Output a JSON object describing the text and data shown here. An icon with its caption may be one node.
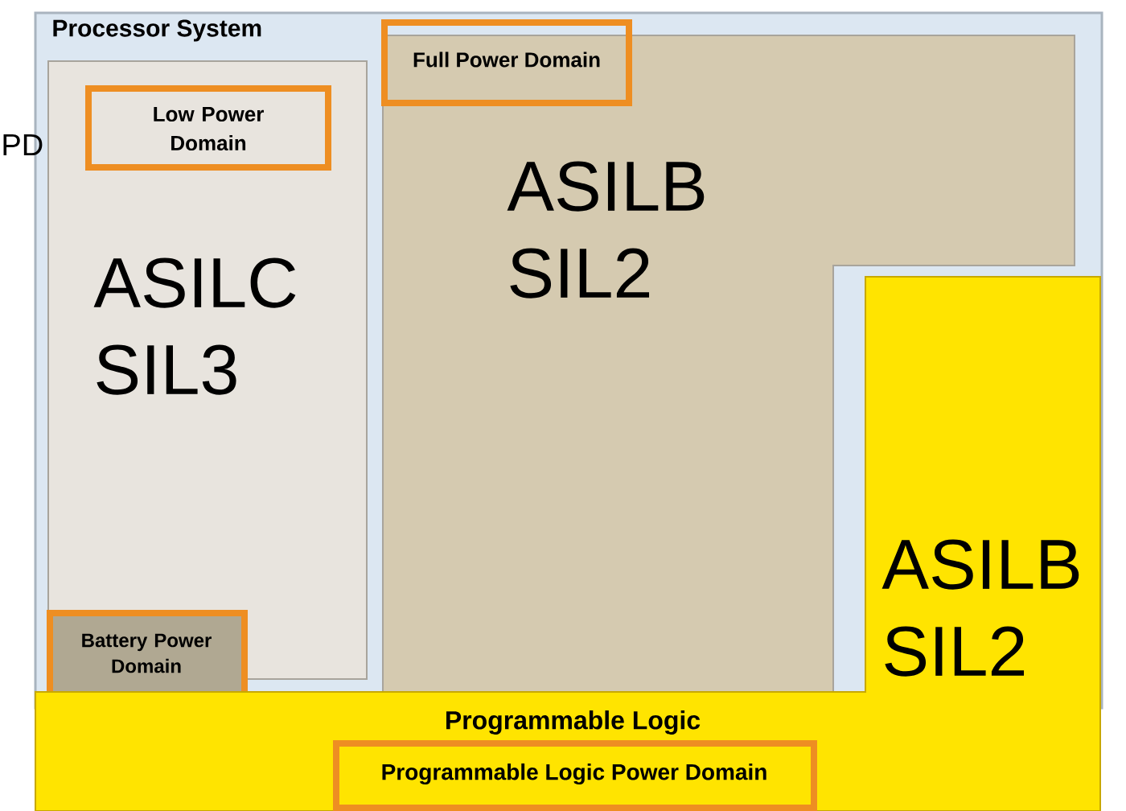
{
  "diagram": {
    "nodes": [
      {
        "text": [
          "Processor System"
        ]
      },
      {
        "text": [
          "ASILC SIL3"
        ],
        "in": 0
      },
      {
        "text": [
          "Low Power Domain"
        ],
        "in": 1
      },
      {
        "text": [
          "Battery Power Domain"
        ],
        "in": 0
      },
      {
        "text": [
          "ASILB SIL2"
        ],
        "in": 0
      },
      {
        "text": [
          "Full Power Domain"
        ],
        "in": 0
      },
      {
        "text": [
          "Programmable Logic",
          "ASILB SIL2"
        ]
      },
      {
        "text": [
          "Programmable Logic Power Domain"
        ],
        "in": 6
      }
    ],
    "labels": [
      "PD"
    ]
  }
}
